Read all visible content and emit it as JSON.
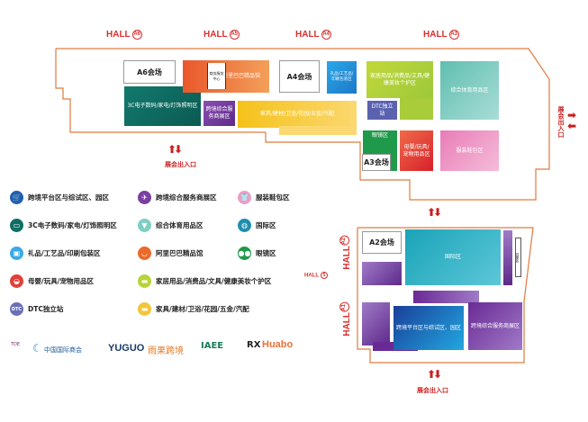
{
  "halls_top": [
    {
      "label": "HALL",
      "num": "A6"
    },
    {
      "label": "HALL",
      "num": "A5"
    },
    {
      "label": "HALL",
      "num": "A4"
    },
    {
      "label": "HALL",
      "num": "A3"
    }
  ],
  "halls_bottom": [
    {
      "label": "HALL",
      "num": "A2"
    },
    {
      "label": "HALL",
      "num": "A1"
    },
    {
      "label": "HALL",
      "num": "5"
    }
  ],
  "entrance": "展会出入口",
  "venues": {
    "a6": "A6会场",
    "a4": "A4会场",
    "a3": "A3会场",
    "a2": "A2会场"
  },
  "zones": {
    "c3": "3C电子数码/家电/灯饰照明区",
    "alibaba": "阿里巴巴精品馆",
    "service_center": "商务服务中心",
    "crossborder_service": "跨境综合服务商展区",
    "furniture": "家具/建材/卫浴/花园/五金/汽配",
    "gifts": "礼品/工艺品/印刷包装区",
    "home": "家居用品/消费品/文具/健康美妆个护区",
    "dtc": "DTC独立站",
    "sports": "综合体育用品区",
    "glasses": "眼镜区",
    "baby": "母婴/玩具/宠物用品区",
    "apparel": "服装鞋包区",
    "international": "国际区",
    "small": "白家区",
    "platform": "跨境平台区与综试区、园区",
    "crossborder_service2": "跨境综合服务商展区"
  },
  "legend": [
    {
      "icon": "cart-icon",
      "label": "跨境平台区与综试区、园区",
      "color": "#1f5fb0"
    },
    {
      "icon": "plane-icon",
      "label": "跨境综合服务商展区",
      "color": "#7a3fa0"
    },
    {
      "icon": "shirt-icon",
      "label": "服装鞋包区",
      "color": "#ec9ec4"
    },
    {
      "icon": "laptop-icon",
      "label": "3C电子数码/家电/灯饰照明区",
      "color": "#0f6e64"
    },
    {
      "icon": "shuttlecock-icon",
      "label": "综合体育用品区",
      "color": "#7fcfc3"
    },
    {
      "icon": "globe-icon",
      "label": "国际区",
      "color": "#1f8fb0"
    },
    {
      "icon": "gift-icon",
      "label": "礼品/工艺品/印刷包装区",
      "color": "#3aa9e6"
    },
    {
      "icon": "alibaba-icon",
      "label": "阿里巴巴精品馆",
      "color": "#ea6a2a"
    },
    {
      "icon": "glasses-icon",
      "label": "眼镜区",
      "color": "#1f9a4a"
    },
    {
      "icon": "stroller-icon",
      "label": "母婴/玩具/宠物用品区",
      "color": "#e0403a"
    },
    {
      "icon": "bed-icon",
      "label": "家居用品/消费品/文具/健康美妆个护区",
      "color": "#b8d43a"
    },
    {
      "icon": "dtc-icon",
      "label": "DTC独立站",
      "color": "#6a6fb8"
    },
    {
      "icon": "sofa-icon",
      "label": "家具/建材/卫浴/花园/五金/汽配",
      "color": "#f4c53a"
    }
  ],
  "logos": [
    "TDE",
    "中国国际商会",
    "YUGUO",
    "雨果跨境",
    "IAEE",
    "RX",
    "Huabo"
  ]
}
